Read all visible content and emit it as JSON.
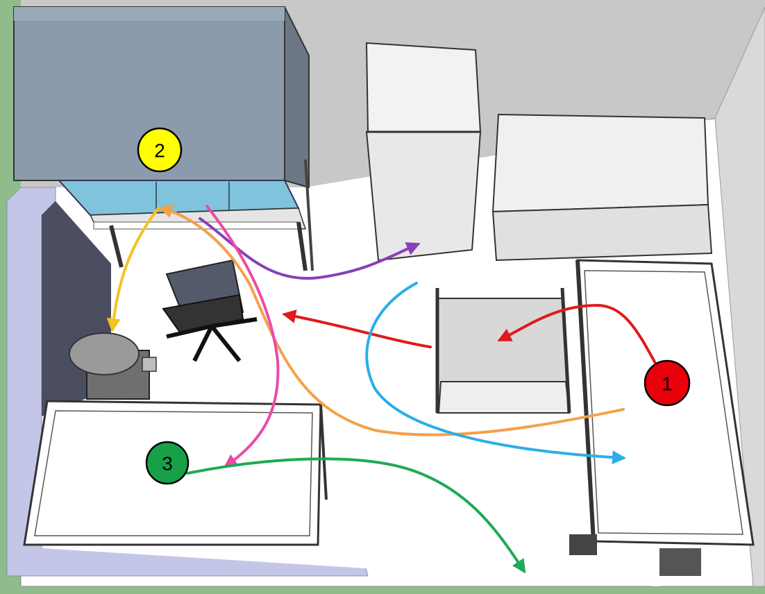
{
  "colors": {
    "background_grass": "#8fbc8a",
    "floor": "#ffffff",
    "wall_back": "#c8c8c8",
    "wall_left": "#c4c6e8",
    "hood_body": "#8b9bab",
    "hood_glass": "#7fc4dc",
    "fridge": "#ececec",
    "freezer": "#f0f0f0",
    "bench_top": "#ffffff",
    "chair_seat": "#555a6a",
    "bin": "#9a9a9a",
    "path_red": "#e01a1a",
    "path_orange": "#f4a04a",
    "path_yellow": "#f6c21e",
    "path_purple": "#8a3fb8",
    "path_pink": "#ec4aa8",
    "path_blue": "#2aaee8",
    "path_green": "#1faa55"
  },
  "markers": [
    {
      "label": "1",
      "fill": "#e8000a"
    },
    {
      "label": "2",
      "fill": "#ffff00"
    },
    {
      "label": "3",
      "fill": "#18a048"
    }
  ],
  "paths": [
    {
      "color_key": "path_red",
      "name": "red"
    },
    {
      "color_key": "path_red",
      "name": "red-2"
    },
    {
      "color_key": "path_orange",
      "name": "orange"
    },
    {
      "color_key": "path_yellow",
      "name": "yellow"
    },
    {
      "color_key": "path_purple",
      "name": "purple"
    },
    {
      "color_key": "path_pink",
      "name": "pink"
    },
    {
      "color_key": "path_blue",
      "name": "blue"
    },
    {
      "color_key": "path_green",
      "name": "green"
    }
  ]
}
